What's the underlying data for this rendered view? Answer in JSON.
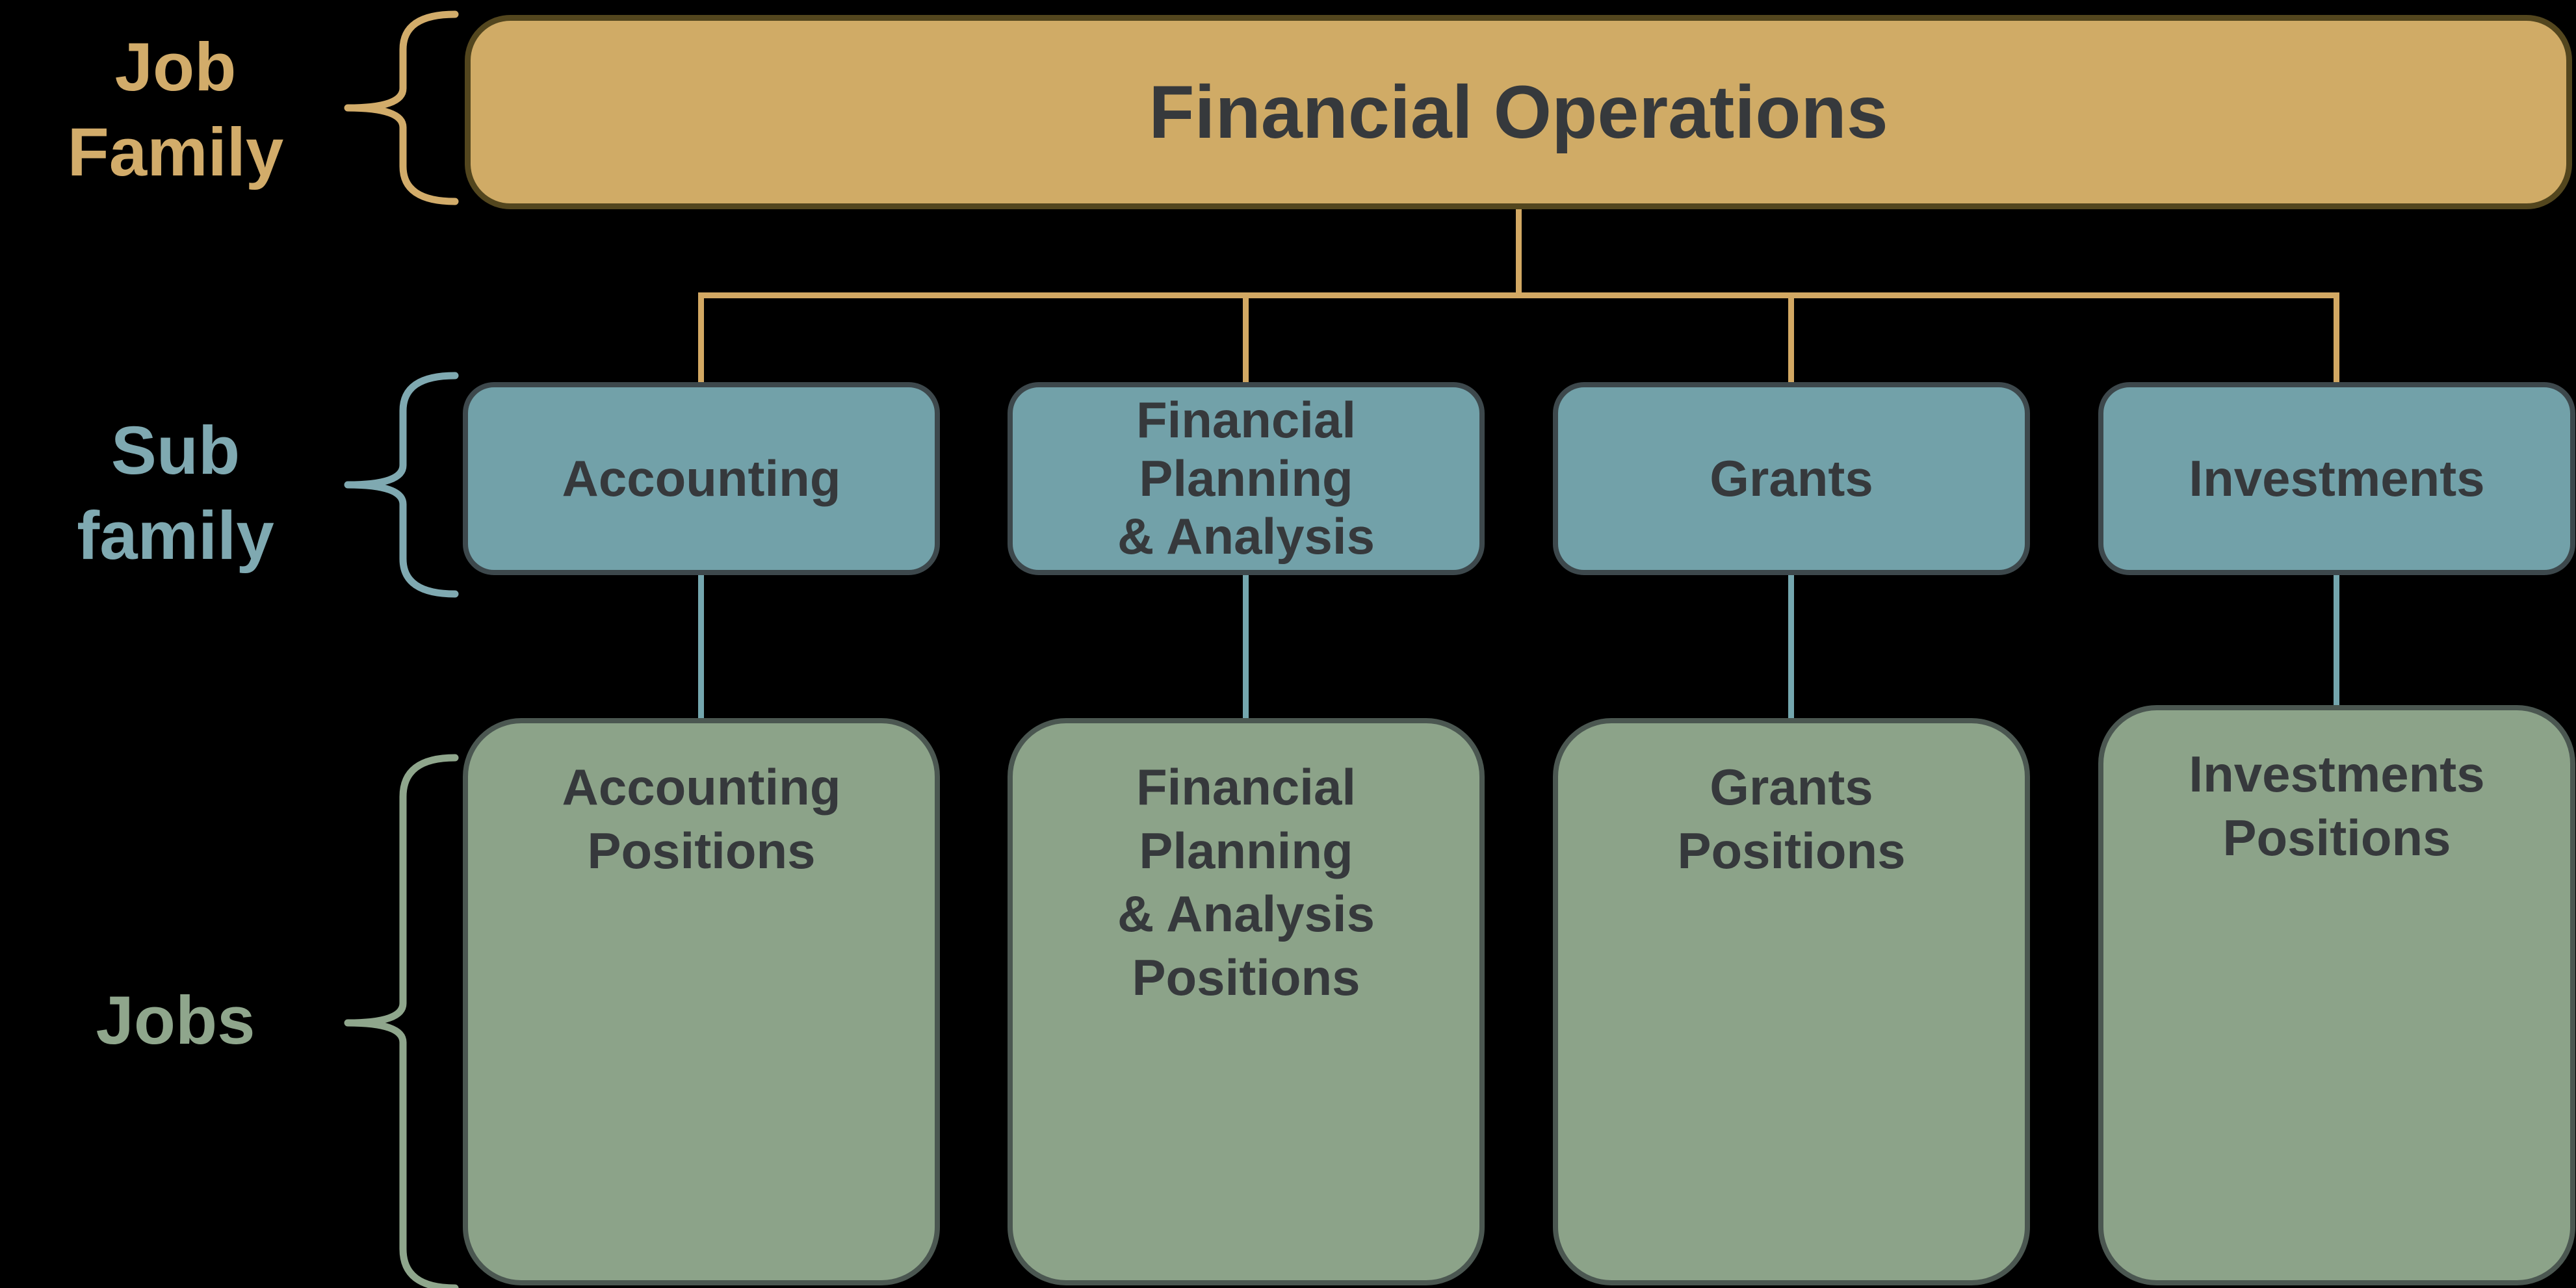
{
  "left_labels": {
    "job_family": "Job\nFamily",
    "sub_family": "Sub\nfamily",
    "jobs": "Jobs"
  },
  "boxes": {
    "job_family": {
      "title": "Financial Operations"
    },
    "sub_family": [
      {
        "label": "Accounting"
      },
      {
        "label": "Financial\nPlanning\n& Analysis"
      },
      {
        "label": "Grants"
      },
      {
        "label": "Investments"
      }
    ],
    "jobs": [
      {
        "label": "Accounting\nPositions"
      },
      {
        "label": "Financial\nPlanning\n& Analysis\nPositions"
      },
      {
        "label": "Grants\nPositions"
      },
      {
        "label": "Investments\nPositions"
      }
    ]
  },
  "colors": {
    "background": "#000000",
    "gold_fill": "#D0AB66",
    "gold_border": "#53461E",
    "gold_accent": "#D2AC6A",
    "teal_fill": "#72A1A9",
    "teal_border": "#3D484C",
    "teal_accent": "#7FA9B1",
    "sage_fill": "#8CA389",
    "sage_border": "#4B5751",
    "sage_accent": "#8FA68C",
    "box_text": "#36393C"
  }
}
